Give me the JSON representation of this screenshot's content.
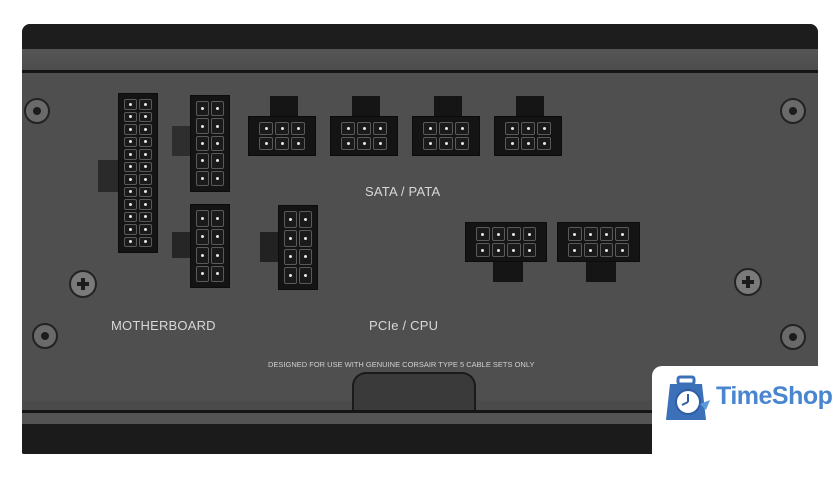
{
  "panel": {
    "labels": {
      "sata": "SATA / PATA",
      "motherboard": "MOTHERBOARD",
      "pcie": "PCIe / CPU",
      "notice": "DESIGNED FOR USE WITH GENUINE CORSAIR TYPE 5 CABLE SETS ONLY"
    },
    "connectors": [
      {
        "name": "atx-24pin",
        "cols": 2,
        "rows": 12
      },
      {
        "name": "atx-10pin",
        "cols": 2,
        "rows": 5
      },
      {
        "name": "cpu-8pin-left",
        "cols": 2,
        "rows": 4
      },
      {
        "name": "cpu-8pin-right",
        "cols": 2,
        "rows": 4
      },
      {
        "name": "sata-6pin-1",
        "cols": 3,
        "rows": 2
      },
      {
        "name": "sata-6pin-2",
        "cols": 3,
        "rows": 2
      },
      {
        "name": "sata-6pin-3",
        "cols": 3,
        "rows": 2
      },
      {
        "name": "sata-6pin-4",
        "cols": 3,
        "rows": 2
      },
      {
        "name": "pcie-8pin-1",
        "cols": 4,
        "rows": 2
      },
      {
        "name": "pcie-8pin-2",
        "cols": 4,
        "rows": 2
      }
    ]
  },
  "watermark": {
    "brand": "TimeShop",
    "icon": "clock-bag-icon",
    "color": "#4a86d0"
  }
}
